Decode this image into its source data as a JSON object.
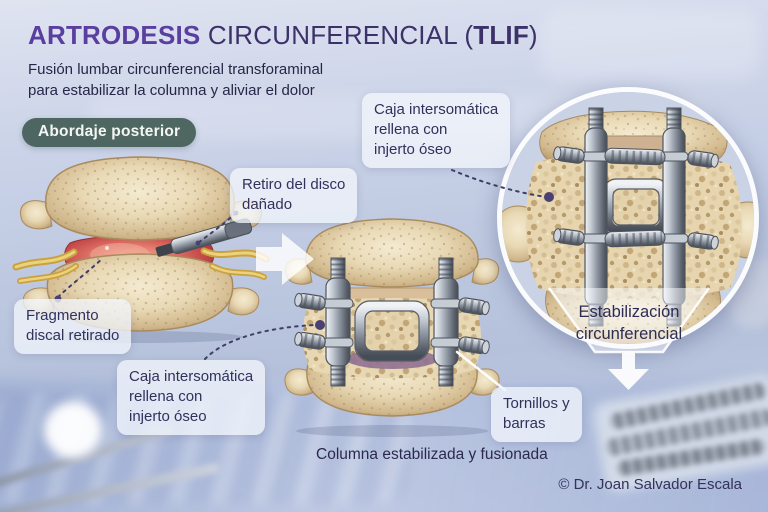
{
  "header": {
    "title": {
      "bold": "ARTRODESIS",
      "regular": " CIRCUNFERENCIAL (",
      "acronym": "TLIF",
      "close": ")"
    },
    "subtitle_line1": "Fusión lumbar circunferencial transforaminal",
    "subtitle_line2": "para estabilizar la columna y aliviar el dolor"
  },
  "badge": {
    "label": "Abordaje posterior"
  },
  "annotations": {
    "disc_removal": "Retiro del disco\ndañado",
    "disc_fragment": "Fragmento\ndiscal retirado",
    "cage_top": "Caja intersomática\nrellena con\ninjerto óseo",
    "cage_bottom": "Caja intersomática\nrellena con\ninjerto óseo",
    "circumferential": "Estabilización\ncircunferencial",
    "screws_rods": "Tornillos y\nbarras",
    "caption": "Columna estabilizada y fusionada"
  },
  "footer": {
    "copyright": "© Dr. Joan Salvador Escala"
  },
  "icons": {
    "flow_arrow": "right-arrow",
    "stabilization_arrow": "down-arrow",
    "leader_dot": "purple-dot"
  },
  "palette": {
    "background": "#bfc9e0",
    "title_primary": "#5b3fa0",
    "title_secondary": "#3c3269",
    "body_text": "#272648",
    "badge_background": "#405a52",
    "badge_text": "#f3f6f4",
    "label_background": "#f1f5fb",
    "label_text": "#32315c",
    "leader_line": "#3f3e66",
    "leader_dot": "#4a4073",
    "bone": "#e9dab6",
    "inflamed_disc": "#c24848",
    "nerve_yellow": "#d9b44e",
    "implant_metal": "#8e96a2",
    "bone_graft": "#e4d2a9",
    "disc_purple": "#8c6b8e",
    "arrow_white": "#ffffff"
  }
}
